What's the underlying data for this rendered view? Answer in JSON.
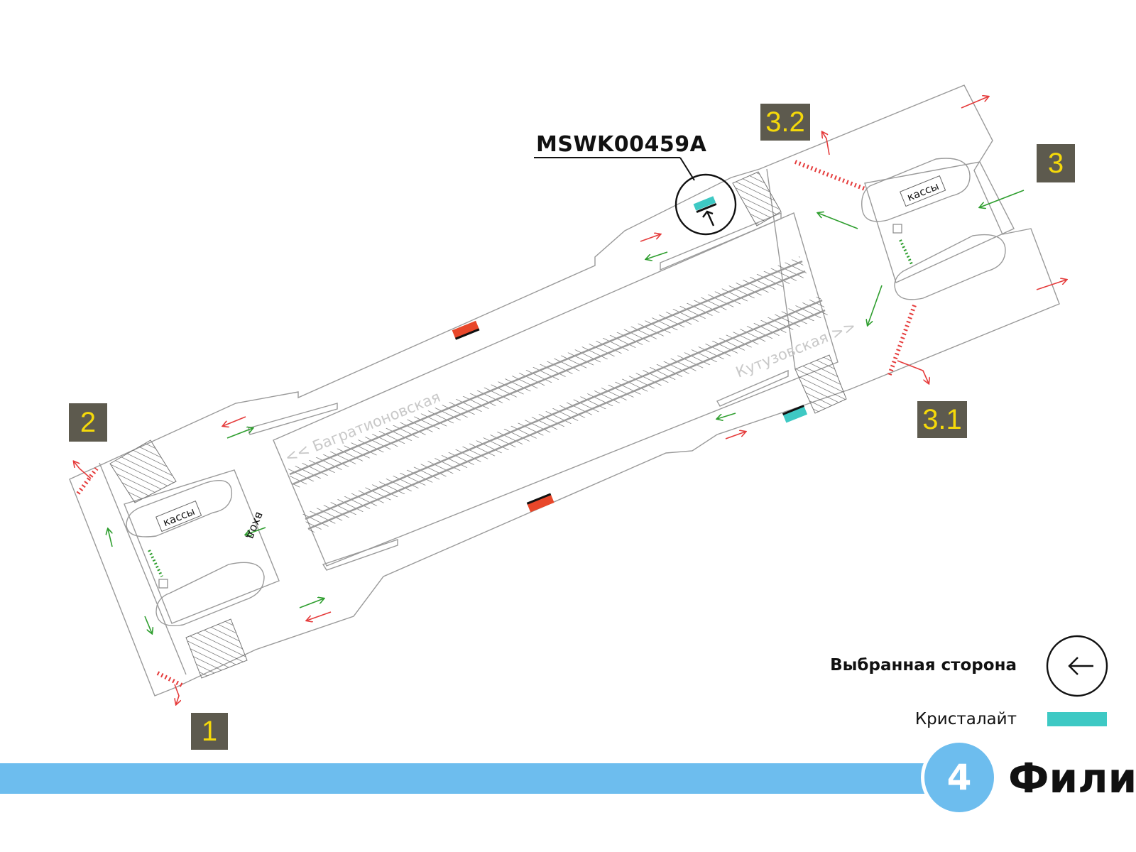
{
  "station": {
    "name": "Фили",
    "line_number": "4",
    "line_color": "#6dbdee"
  },
  "display_code": "MSWK00459A",
  "exits": [
    {
      "id": "exit-1",
      "label": "1"
    },
    {
      "id": "exit-2",
      "label": "2"
    },
    {
      "id": "exit-3",
      "label": "3"
    },
    {
      "id": "exit-3-1",
      "label": "3.1"
    },
    {
      "id": "exit-3-2",
      "label": "3.2"
    }
  ],
  "map_labels": {
    "ticket_office": "кассы",
    "entrance": "вход",
    "direction_left": "<< Багратионовская",
    "direction_right": "Кутузовская >>"
  },
  "legend": {
    "selected_side": "Выбранная сторона",
    "cristalight": "Кристалайт",
    "cristalight_color": "#3ec9c4"
  },
  "colors": {
    "arrow_in": "#2e9e2e",
    "arrow_out": "#e53b3b",
    "ad_panel": "#e8472a",
    "badge_bg": "#5d5a4e",
    "badge_text": "#f5d90a"
  }
}
